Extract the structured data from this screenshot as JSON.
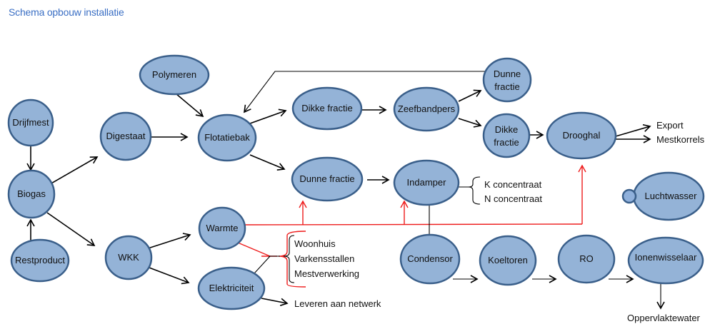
{
  "title": "Schema opbouw installatie",
  "colors": {
    "node_fill": "#94b3d7",
    "node_stroke": "#3a5f8a",
    "title": "#3b6fc4",
    "heat_line": "#ee1c1c",
    "flow_line": "#000000"
  },
  "nodes": {
    "drijfmest": "Drijfmest",
    "biogas": "Biogas",
    "restproduct": "Restproduct",
    "digestaat": "Digestaat",
    "polymeren": "Polymeren",
    "flotatiebak": "Flotatiebak",
    "wkk": "WKK",
    "warmte": "Warmte",
    "elektriciteit": "Elektriciteit",
    "dikke_fractie_1": "Dikke fractie",
    "dunne_fractie_1": "Dunne fractie",
    "zeefbandpers": "Zeefbandpers",
    "dunne_fractie_2_line1": "Dunne",
    "dunne_fractie_2_line2": "fractie",
    "dikke_fractie_2_line1": "Dikke",
    "dikke_fractie_2_line2": "fractie",
    "indamper": "Indamper",
    "drooghal": "Drooghal",
    "luchtwasser": "Luchtwasser",
    "condensor": "Condensor",
    "koeltoren": "Koeltoren",
    "ro": "RO",
    "ionenwisselaar": "Ionenwisselaar"
  },
  "labels": {
    "export": "Export",
    "mestkorrels": "Mestkorrels",
    "k_concentraat": "K concentraat",
    "n_concentraat": "N concentraat",
    "woonhuis": "Woonhuis",
    "varkensstallen": "Varkensstallen",
    "mestverwerking": "Mestverwerking",
    "leveren": "Leveren aan netwerk",
    "oppervlaktewater": "Oppervlaktewater"
  }
}
